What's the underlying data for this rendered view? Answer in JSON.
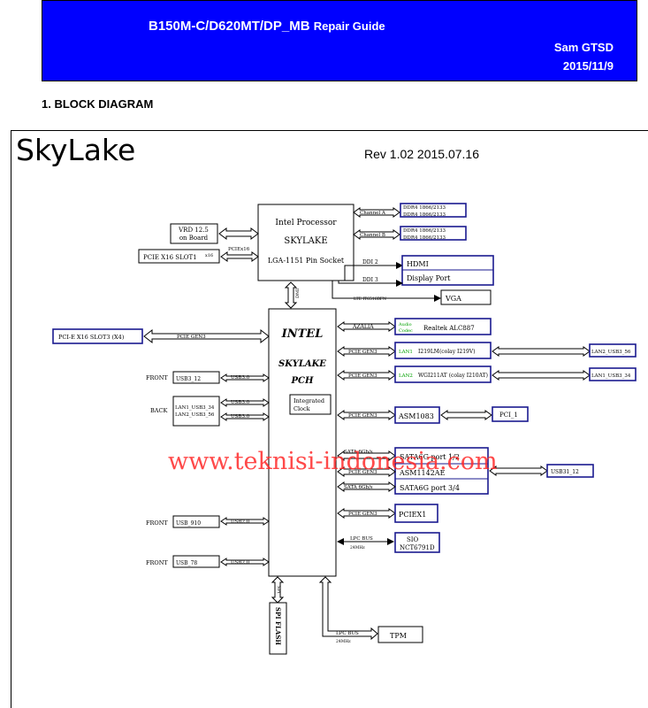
{
  "header": {
    "title": "B150M-C/D620MT/DP_MB",
    "title_suffix": "Repair Guide",
    "author": "Sam GTSD",
    "date": "2015/11/9",
    "banner_color": "#0000ff"
  },
  "section": "1. BLOCK DIAGRAM",
  "platform": "SkyLake",
  "revision": "Rev 1.02    2015.07.16",
  "cpu": {
    "l1": "Intel Processor",
    "l2": "SKYLAKE",
    "l3": "LGA-1151 Pin Socket"
  },
  "vrd": {
    "l1": "VRD 12.5",
    "l2": "on Board"
  },
  "pcie_slot1": {
    "label": "PCIE X16 SLOT1",
    "lanes": "x16",
    "bus": "PCIEx16"
  },
  "ddr": {
    "ch_a": "Channel A",
    "ch_b": "Channel B",
    "dimm": "DDR4 1866/2133"
  },
  "ddi": [
    {
      "bus": "DDI 2",
      "dev": "HDMI"
    },
    {
      "bus": "DDI 3",
      "dev": "Display Port"
    },
    {
      "bus": "LTE IT6516BFN",
      "dev": "VGA"
    }
  ],
  "dmi": "DMI",
  "pch": {
    "l1": "INTEL",
    "l2": "SKYLAKE",
    "l3": "PCH",
    "clock1": "Integrated",
    "clock2": "Clock"
  },
  "slot3": {
    "label": "PCI-E X16 SLOT3 (X4)",
    "bus": "PCIE GEN3"
  },
  "left": {
    "front": "FRONT",
    "back": "BACK",
    "usb3_12": "USB3_12",
    "usb30": "USB3.0",
    "lan_usb_1": "LAN1_USB3_34",
    "lan_usb_2": "LAN2_USB3_56",
    "usb_910": "USB_910",
    "usb_78": "USB_78",
    "usb20": "USB2.0"
  },
  "right": {
    "azalia": "AZALIA",
    "audio1": "Audio",
    "audio2": "Codec",
    "codec": "Realtek ALC887",
    "gen3": "PCIE GEN3",
    "lan1": "LAN1",
    "lan1_chip": "I219LM(colay I219V)",
    "lan2_usb": "LAN2_USB3_56",
    "lan2": "LAN2",
    "lan2_chip": "WGI211AT (colay I210AT)",
    "lan1_usb": "LAN1_USB3_34",
    "asm1083": "ASM1083",
    "pci1": "PCI_1",
    "sata_speed": "SATA 6Gb/s",
    "sata12": "SATA6G port 1/2",
    "asm1142": "ASM1142AE",
    "sata34": "SATA6G port 3/4",
    "usb31": "USB31_12",
    "pciex1": "PCIEX1",
    "lpc": "LPC BUS",
    "lpc_clk": "24MHz",
    "sio1": "SIO",
    "sio2": "NCT6791D",
    "tpm": "TPM",
    "spi": "SPI",
    "spi_flash": "SPI FLASH"
  },
  "watermark": "www.teknisi-indonesia.com",
  "colors": {
    "link": "#1a1a8f",
    "green": "#00a000",
    "watermark": "#ff2a2a"
  }
}
